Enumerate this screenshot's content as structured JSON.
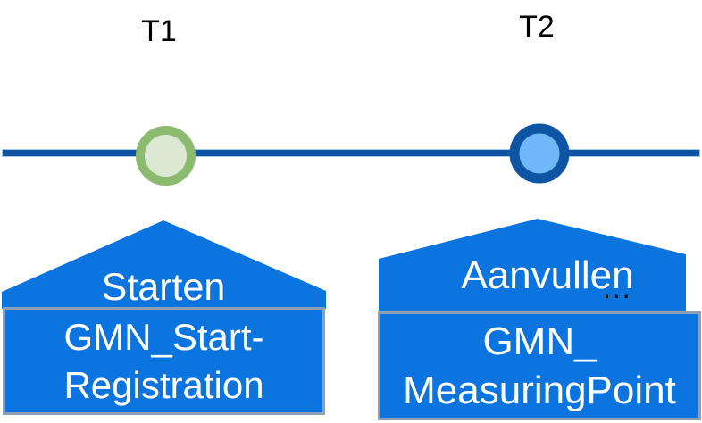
{
  "diagram": {
    "background_color": "#ffffff",
    "timeline": {
      "line_color": "#0f55a2",
      "line_edge_color": "#a7c9ec"
    },
    "time_labels": {
      "t1": "T1",
      "t2": "T2"
    },
    "milestones": {
      "t1": {
        "ring_color": "#8cba6e",
        "fill_color": "#dbe8d2"
      },
      "t2": {
        "ring_color": "#0d55a3",
        "fill_color": "#6fb7f8"
      }
    },
    "houses": {
      "accent_color": "#0c74de",
      "box_border_color": "#8e9eb4",
      "text_color": "#ffffff",
      "left": {
        "action": "Starten",
        "task_line1": "GMN_Start-",
        "task_line2": "Registration"
      },
      "right": {
        "action": "Aanvullen",
        "ellipsis": "...",
        "task_line1": "GMN_",
        "task_line2": "MeasuringPoint"
      }
    }
  }
}
